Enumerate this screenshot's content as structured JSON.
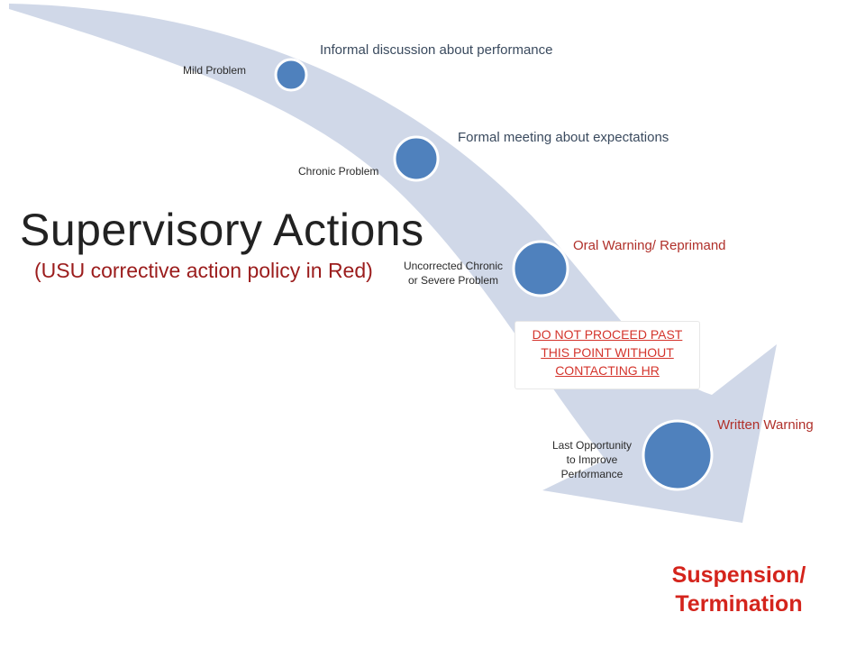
{
  "title": "Supervisory Actions",
  "subtitle": "(USU corrective action policy in Red)",
  "stages": [
    {
      "problem": "Mild Problem",
      "action": "Informal discussion about performance",
      "policy": false
    },
    {
      "problem": "Chronic Problem",
      "action": "Formal meeting about expectations",
      "policy": false
    },
    {
      "problem_lines": [
        "Uncorrected Chronic",
        "or Severe Problem"
      ],
      "action": "Oral Warning/ Reprimand",
      "policy": true
    },
    {
      "problem_lines": [
        "Last Opportunity",
        "to Improve",
        "Performance"
      ],
      "action": "Written Warning",
      "policy": true
    }
  ],
  "warning_lines": [
    "DO NOT PROCEED PAST",
    "THIS POINT WITHOUT",
    "CONTACTING HR"
  ],
  "final_lines": [
    "Suspension/",
    "Termination"
  ],
  "colors": {
    "arrow": "#d0d8e8",
    "node": "#4f81bd",
    "node_border": "#ffffff",
    "policy_red": "#d4342c",
    "neutral_text": "#3a4a5e"
  }
}
